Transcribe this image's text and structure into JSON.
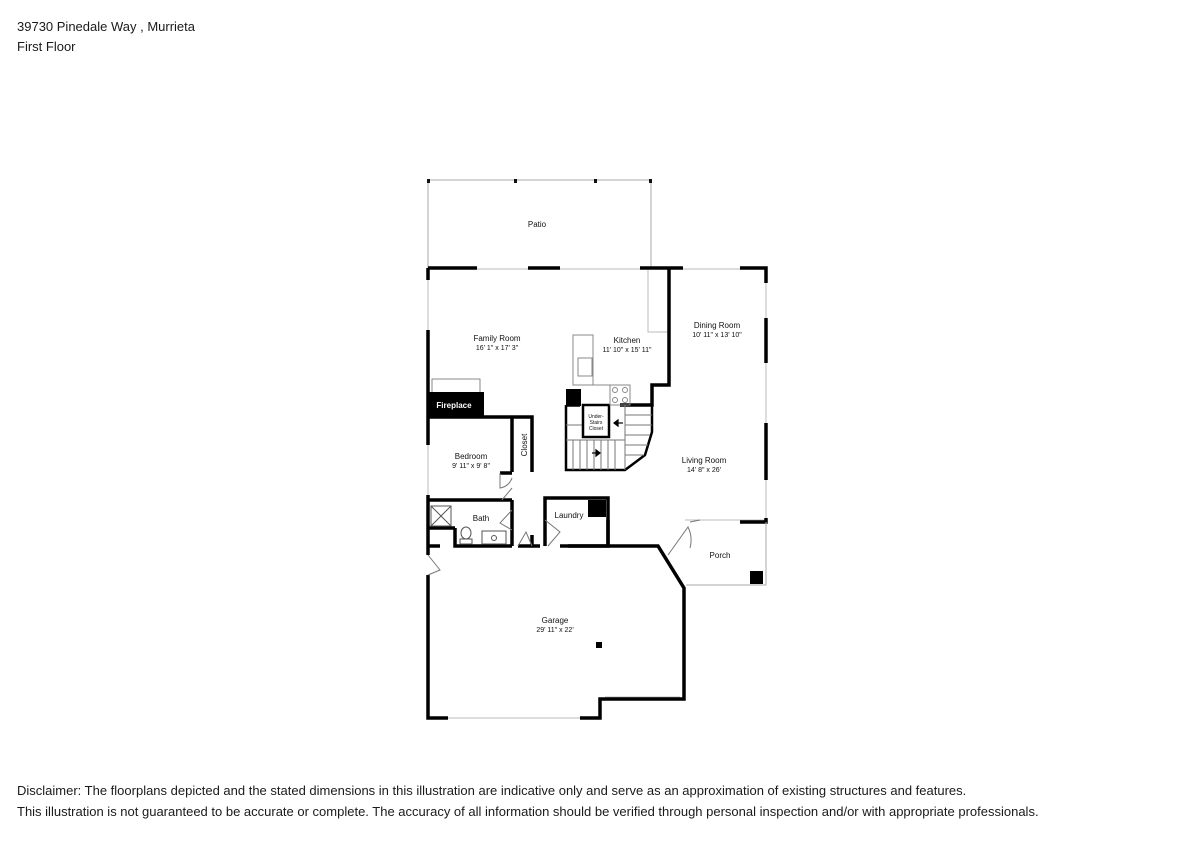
{
  "header": {
    "address": "39730 Pinedale Way , Murrieta",
    "floor": "First Floor"
  },
  "rooms": {
    "patio": {
      "name": "Patio"
    },
    "family_room": {
      "name": "Family Room",
      "dims": "16' 1\" x 17' 3\""
    },
    "kitchen": {
      "name": "Kitchen",
      "dims": "11' 10\" x 15' 11\""
    },
    "dining_room": {
      "name": "Dining Room",
      "dims": "10' 11\" x 13' 10\""
    },
    "fireplace": {
      "name": "Fireplace"
    },
    "under_stairs_closet": {
      "line1": "Under-",
      "line2": "Stairs",
      "line3": "Closet"
    },
    "bedroom": {
      "name": "Bedroom",
      "dims": "9' 11\" x 9' 8\""
    },
    "closet": {
      "name": "Closet"
    },
    "living_room": {
      "name": "Living Room",
      "dims": "14' 8\" x 26'"
    },
    "bath": {
      "name": "Bath"
    },
    "laundry": {
      "name": "Laundry"
    },
    "porch": {
      "name": "Porch"
    },
    "garage": {
      "name": "Garage",
      "dims": "29' 11\" x 22'"
    }
  },
  "disclaimer": {
    "line1": "Disclaimer: The floorplans depicted and the stated dimensions in this illustration are indicative only and serve as an approximation of existing structures and features.",
    "line2": "This illustration is not guaranteed to be accurate or complete. The accuracy of all information should be verified through personal inspection and/or with appropriate professionals."
  }
}
